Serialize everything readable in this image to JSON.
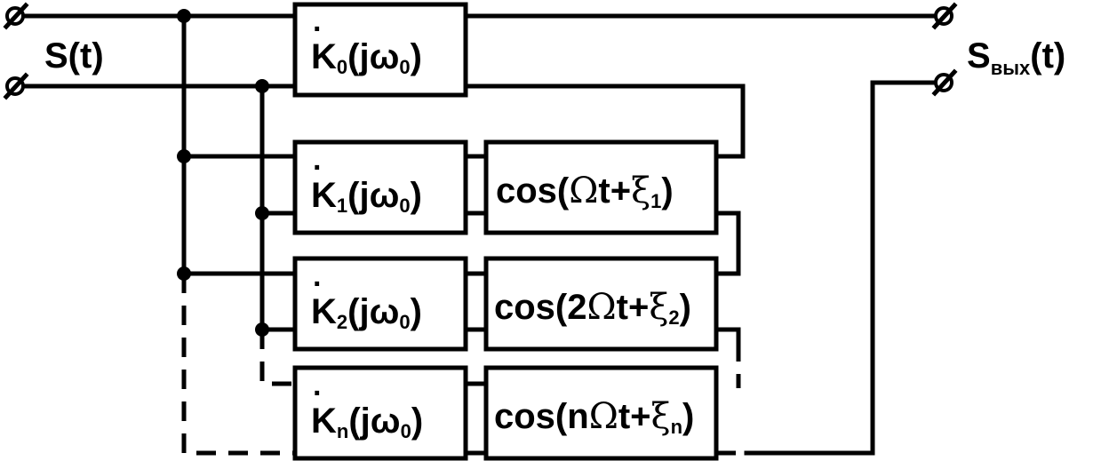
{
  "input_label": {
    "main": "S(t)"
  },
  "output_label": {
    "main": "S",
    "sub": "вых",
    "tail": "(t)"
  },
  "filters": [
    {
      "K": "K",
      "dot": "·",
      "sub": "0",
      "arg": "(jω",
      "arg_sub": "0",
      "close": ")"
    },
    {
      "K": "K",
      "dot": "·",
      "sub": "1",
      "arg": "(jω",
      "arg_sub": "0",
      "close": ")"
    },
    {
      "K": "K",
      "dot": "·",
      "sub": "2",
      "arg": "(jω",
      "arg_sub": "0",
      "close": ")"
    },
    {
      "K": "K",
      "dot": "·",
      "sub": "n",
      "arg": "(jω",
      "arg_sub": "0",
      "close": ")"
    }
  ],
  "modulators": [
    {
      "pre": "cos(",
      "coef": "",
      "omega": "Ω",
      "mid": "t+",
      "xi": "ξ",
      "xi_sub": "1",
      "close": ")"
    },
    {
      "pre": "cos(",
      "coef": "2",
      "omega": "Ω",
      "mid": "t+",
      "xi": "ξ",
      "xi_sub": "2",
      "close": ")"
    },
    {
      "pre": "cos(",
      "coef": "n",
      "omega": "Ω",
      "mid": "t+",
      "xi": "ξ",
      "xi_sub": "n",
      "close": ")"
    }
  ]
}
